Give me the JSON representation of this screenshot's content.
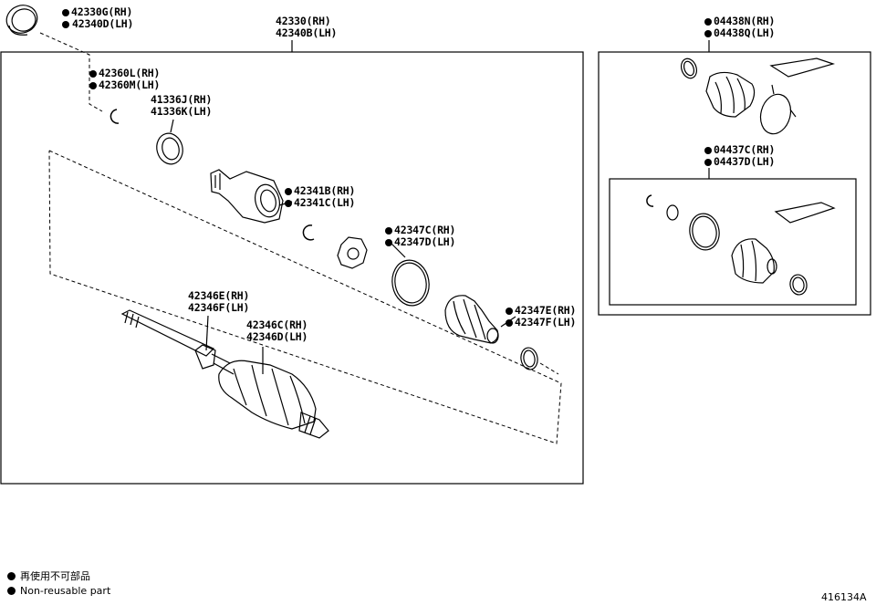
{
  "diagram": {
    "assembly_label": {
      "rh": "42330(RH)",
      "lh": "42340B(LH)"
    },
    "parts": [
      {
        "id": "outer-dust-seal",
        "reusable": false,
        "rh": "42330G(RH)",
        "lh": "42340D(LH)"
      },
      {
        "id": "snap-ring",
        "reusable": false,
        "rh": "42360L(RH)",
        "lh": "42360M(LH)"
      },
      {
        "id": "dust-deflector",
        "reusable": true,
        "rh": "41336J(RH)",
        "lh": "41336K(LH)"
      },
      {
        "id": "inboard-joint-snap-ring",
        "reusable": false,
        "rh": "42341B(RH)",
        "lh": "42341C(LH)"
      },
      {
        "id": "boot-clamp",
        "reusable": false,
        "rh": "42347C(RH)",
        "lh": "42347D(LH)"
      },
      {
        "id": "outboard-joint-shaft",
        "reusable": true,
        "rh": "42346E(RH)",
        "lh": "42346F(LH)"
      },
      {
        "id": "outboard-joint-boot",
        "reusable": true,
        "rh": "42346C(RH)",
        "lh": "42346D(LH)"
      },
      {
        "id": "boot-clamp-small",
        "reusable": false,
        "rh": "42347E(RH)",
        "lh": "42347F(LH)"
      },
      {
        "id": "outboard-boot-kit",
        "reusable": false,
        "rh": "04438N(RH)",
        "lh": "04438Q(LH)"
      },
      {
        "id": "inboard-boot-kit",
        "reusable": false,
        "rh": "04437C(RH)",
        "lh": "04437D(LH)"
      }
    ]
  },
  "legend": {
    "japanese": "再使用不可部品",
    "english": "Non-reusable part"
  },
  "figure_id": "416134A"
}
